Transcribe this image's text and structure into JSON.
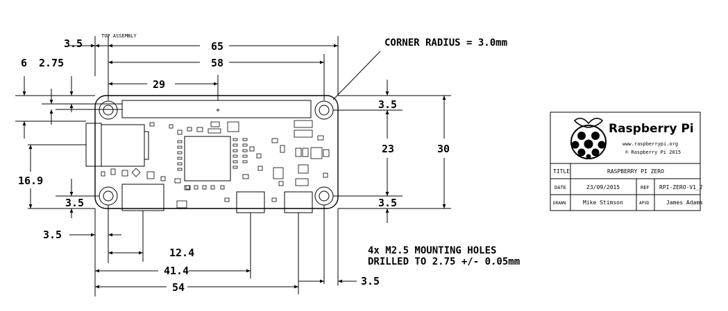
{
  "drawing": {
    "view_label": "TOP ASSEMBLY",
    "dimensions": {
      "overall_width": "65",
      "hole_spacing_x": "58",
      "header_offset": "29",
      "edge_offset_top": "3.5",
      "edge_6": "6",
      "edge_2_75": "2.75",
      "height_16_9": "16.9",
      "left_hole_y": "3.5",
      "left_hole_x": "3.5",
      "right_top": "3.5",
      "hole_spacing_y": "23",
      "overall_height": "30",
      "right_bottom": "3.5",
      "usb_pwr_12_4": "12.4",
      "usb_otg_41_4": "41.4",
      "usb_54": "54",
      "right_edge_3_5": "3.5"
    },
    "corner_radius_note": "CORNER RADIUS = 3.0mm",
    "holes_note_line1": "4x M2.5 MOUNTING HOLES",
    "holes_note_line2": "DRILLED TO 2.75 +/- 0.05mm"
  },
  "title_block": {
    "brand": "Raspberry Pi",
    "website": "www.raspberrypi.org",
    "copyright": "© Raspberry Pi 2015",
    "title_label": "TITLE",
    "title_value": "RASPBERRY PI ZERO",
    "date_label": "DATE",
    "date_value": "23/09/2015",
    "ref_label": "REF",
    "ref_value": "RPI-ZERO-V1_2",
    "drawn_label": "DRAWN",
    "drawn_value": "Mike Stimson",
    "apvd_label": "APVD",
    "apvd_value": "James Adams"
  }
}
